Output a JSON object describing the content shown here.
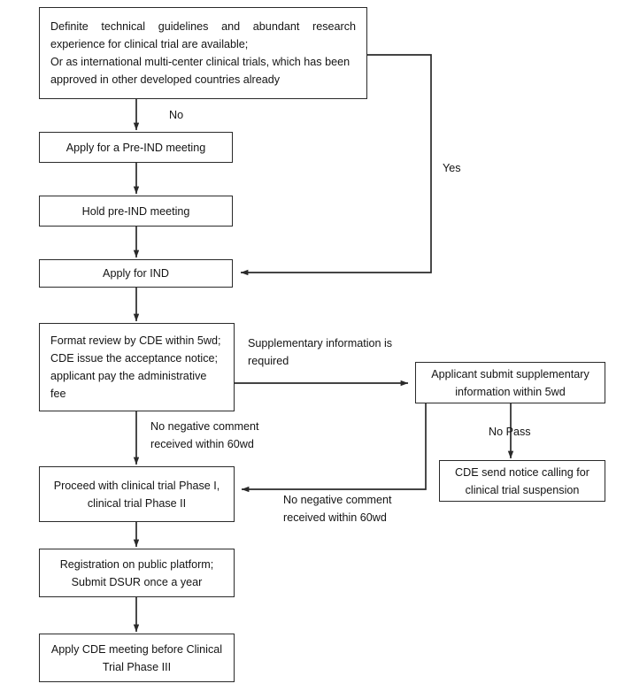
{
  "diagram": {
    "title": "Clinical Trial IND Application Process Flowchart",
    "stroke_color": "#2a2a2a",
    "text_color": "#141414",
    "background": "#ffffff"
  },
  "nodes": {
    "criteria": {
      "line1": "Definite  technical  guidelines  and  abundant  research",
      "line2": "experience for clinical trial are available;",
      "line3": "Or as international multi-center clinical trials, which has been",
      "line4": "approved in other developed countries already"
    },
    "apply_pre_ind": {
      "line1": "Apply for a Pre-IND meeting"
    },
    "hold_pre_ind": {
      "line1": "Hold pre-IND meeting"
    },
    "apply_ind": {
      "line1": "Apply for IND"
    },
    "format_review": {
      "line1": "Format review by CDE within 5wd;",
      "line2": "CDE issue the acceptance notice;",
      "line3": "applicant pay the administrative",
      "line4": "fee"
    },
    "applicant_submit": {
      "line1": "Applicant submit supplementary",
      "line2": "information within 5wd"
    },
    "cde_suspension": {
      "line1": "CDE send notice calling for",
      "line2": "clinical trial suspension"
    },
    "proceed_trial": {
      "line1": "Proceed with clinical trial Phase I,",
      "line2": "clinical trial Phase II"
    },
    "registration": {
      "line1": "Registration on public platform;",
      "line2": "Submit DSUR once a year"
    },
    "apply_cde_phase3": {
      "line1": "Apply CDE meeting before Clinical",
      "line2": "Trial Phase III"
    }
  },
  "edge_labels": {
    "no": {
      "line1": "No"
    },
    "yes": {
      "line1": "Yes"
    },
    "supplementary_required": {
      "line1": "Supplementary  information  is",
      "line2": "required"
    },
    "no_negative_left": {
      "line1": "No negative comment",
      "line2": "received within 60wd"
    },
    "no_pass": {
      "line1": "No Pass"
    },
    "no_negative_right": {
      "line1": "No negative comment",
      "line2": "received within 60wd"
    }
  }
}
